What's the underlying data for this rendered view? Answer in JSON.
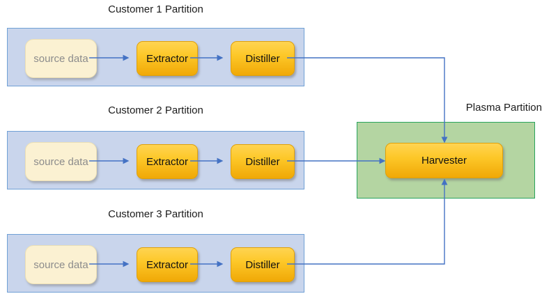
{
  "diagram": {
    "partitions": [
      {
        "title": "Customer 1 Partition",
        "type": "customer",
        "nodes": [
          {
            "label": "source data"
          },
          {
            "label": "Extractor"
          },
          {
            "label": "Distiller"
          }
        ]
      },
      {
        "title": "Customer 2 Partition",
        "type": "customer",
        "nodes": [
          {
            "label": "source data"
          },
          {
            "label": "Extractor"
          },
          {
            "label": "Distiller"
          }
        ]
      },
      {
        "title": "Customer 3 Partition",
        "type": "customer",
        "nodes": [
          {
            "label": "source data"
          },
          {
            "label": "Extractor"
          },
          {
            "label": "Distiller"
          }
        ]
      },
      {
        "title": "Plasma Partition",
        "type": "plasma",
        "nodes": [
          {
            "label": "Harvester"
          }
        ]
      }
    ],
    "edges": [
      {
        "from": "source data (Customer 1)",
        "to": "Extractor (Customer 1)"
      },
      {
        "from": "Extractor (Customer 1)",
        "to": "Distiller (Customer 1)"
      },
      {
        "from": "Distiller (Customer 1)",
        "to": "Harvester"
      },
      {
        "from": "source data (Customer 2)",
        "to": "Extractor (Customer 2)"
      },
      {
        "from": "Extractor (Customer 2)",
        "to": "Distiller (Customer 2)"
      },
      {
        "from": "Distiller (Customer 2)",
        "to": "Harvester"
      },
      {
        "from": "source data (Customer 3)",
        "to": "Extractor (Customer 3)"
      },
      {
        "from": "Extractor (Customer 3)",
        "to": "Distiller (Customer 3)"
      },
      {
        "from": "Distiller (Customer 3)",
        "to": "Harvester"
      }
    ],
    "colors": {
      "customer_partition_fill": "#C9D5EC",
      "customer_partition_border": "#6FA0D5",
      "plasma_partition_fill": "#B4D5A2",
      "plasma_partition_border": "#28A35C",
      "process_node_gradient_top": "#FFD452",
      "process_node_gradient_bottom": "#F0A806",
      "source_node_fill": "#FBF1D2",
      "source_node_text": "#8C8C8C",
      "connector": "#4472C4",
      "title_text": "#1C1C1C"
    }
  }
}
